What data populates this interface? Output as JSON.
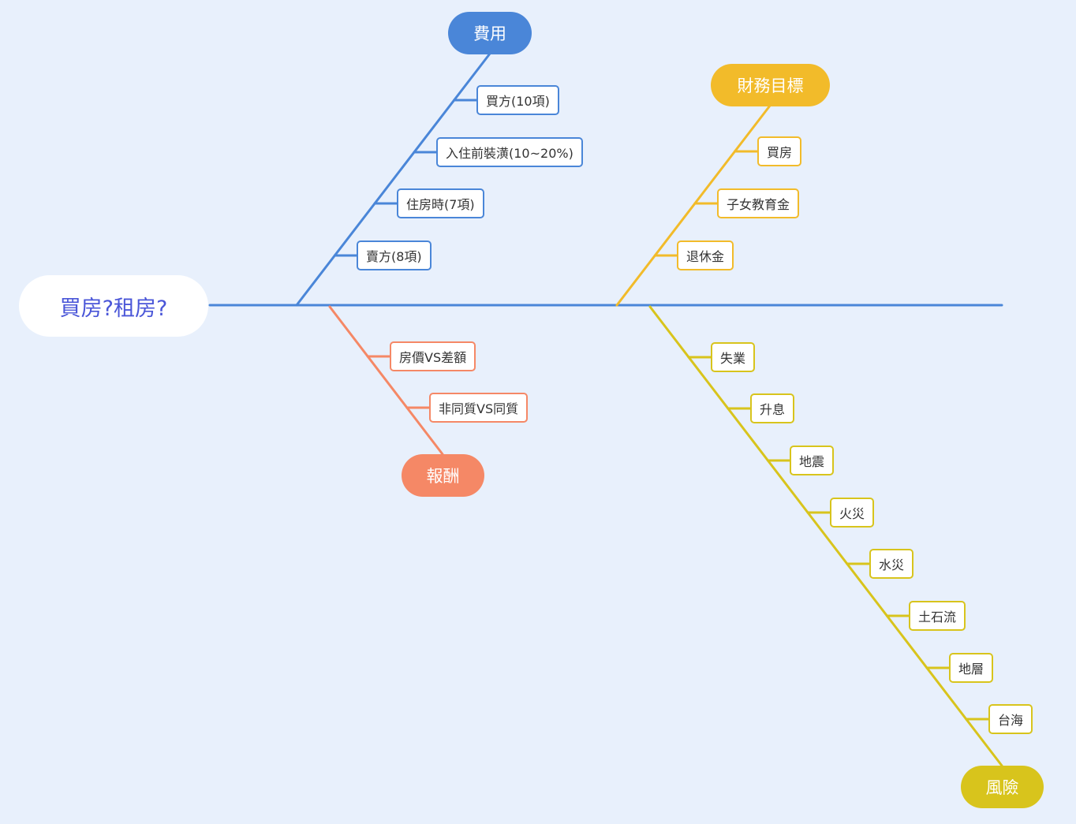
{
  "root": {
    "label": "買房?租房?"
  },
  "colors": {
    "spine": "#4a86d8",
    "cost": "#4a86d8",
    "goal": "#f2bb2a",
    "reward": "#f58866",
    "risk": "#d8c41c"
  },
  "branches": {
    "cost": {
      "label": "費用",
      "items": [
        "買方(10項)",
        "入住前裝潢(10~20%)",
        "住房時(7項)",
        "賣方(8項)"
      ]
    },
    "goal": {
      "label": "財務目標",
      "items": [
        "買房",
        "子女教育金",
        "退休金"
      ]
    },
    "reward": {
      "label": "報酬",
      "items": [
        "房價VS差額",
        "非同質VS同質"
      ]
    },
    "risk": {
      "label": "風險",
      "items": [
        "失業",
        "升息",
        "地震",
        "火災",
        "水災",
        "土石流",
        "地層",
        "台海"
      ]
    }
  }
}
